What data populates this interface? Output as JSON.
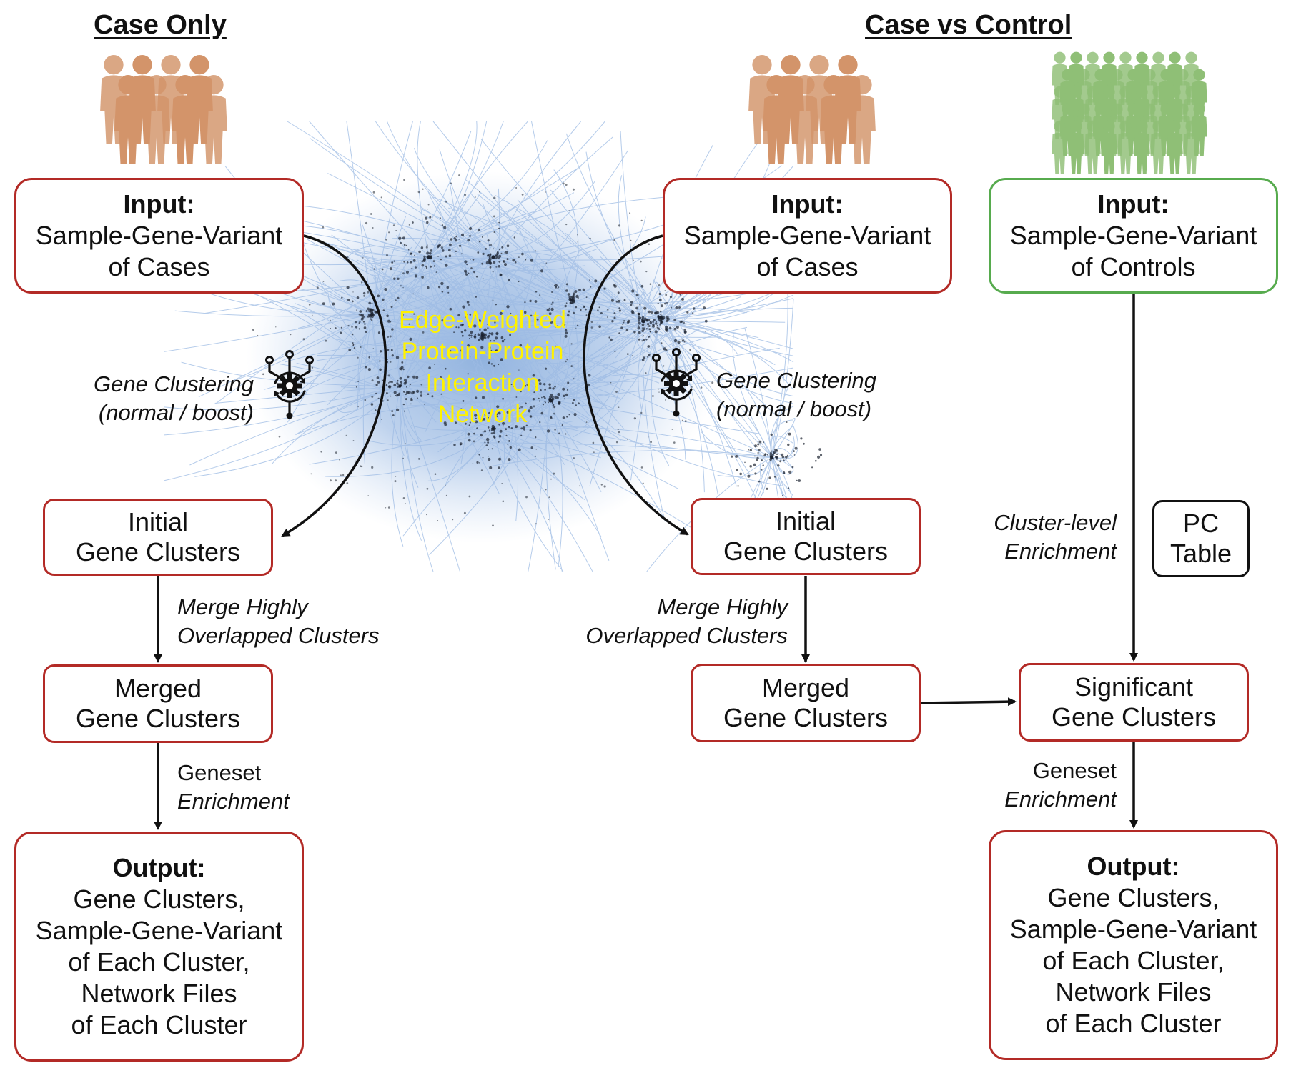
{
  "colors": {
    "case_border": "#b32a26",
    "control_border": "#57ab4e",
    "pc_border": "#111111",
    "case_people": "#d3946a",
    "control_people": "#8fbf76",
    "network_edges": "#9dbbe4",
    "network_label": "#fff200"
  },
  "titles": {
    "case_only": "Case Only",
    "case_vs_control": "Case vs Control"
  },
  "network": {
    "label": [
      "Edge-Weighted",
      "Protein-Protein",
      "Interaction",
      "Network"
    ]
  },
  "case_only": {
    "input": {
      "head": "Input:",
      "lines": [
        "Sample-Gene-Variant",
        "of Cases"
      ]
    },
    "clustering_label": [
      "Gene Clustering",
      "(normal / boost)"
    ],
    "initial": [
      "Initial",
      "Gene Clusters"
    ],
    "merge_label": [
      "Merge Highly",
      "Overlapped Clusters"
    ],
    "merged": [
      "Merged",
      "Gene Clusters"
    ],
    "enrich_label": [
      "Geneset",
      "Enrichment"
    ],
    "output": {
      "head": "Output:",
      "lines": [
        "Gene Clusters,",
        "Sample-Gene-Variant",
        "of Each Cluster,",
        "Network Files",
        "of Each Cluster"
      ]
    }
  },
  "case_vs_control": {
    "input_cases": {
      "head": "Input:",
      "lines": [
        "Sample-Gene-Variant",
        "of Cases"
      ]
    },
    "input_controls": {
      "head": "Input:",
      "lines": [
        "Sample-Gene-Variant",
        "of Controls"
      ]
    },
    "clustering_label": [
      "Gene Clustering",
      "(normal / boost)"
    ],
    "initial": [
      "Initial",
      "Gene Clusters"
    ],
    "merge_label": [
      "Merge Highly",
      "Overlapped Clusters"
    ],
    "merged": [
      "Merged",
      "Gene Clusters"
    ],
    "cluster_enrich_label": [
      "Cluster-level",
      "Enrichment"
    ],
    "pc_table": [
      "PC",
      "Table"
    ],
    "significant": [
      "Significant",
      "Gene Clusters"
    ],
    "enrich_label": [
      "Geneset",
      "Enrichment"
    ],
    "output": {
      "head": "Output:",
      "lines": [
        "Gene Clusters,",
        "Sample-Gene-Variant",
        "of Each Cluster,",
        "Network Files",
        "of Each Cluster"
      ]
    }
  },
  "icons": {
    "case_people": "group-of-people-icon",
    "control_people": "crowd-of-people-icon",
    "clustering": "gear-network-icon"
  }
}
